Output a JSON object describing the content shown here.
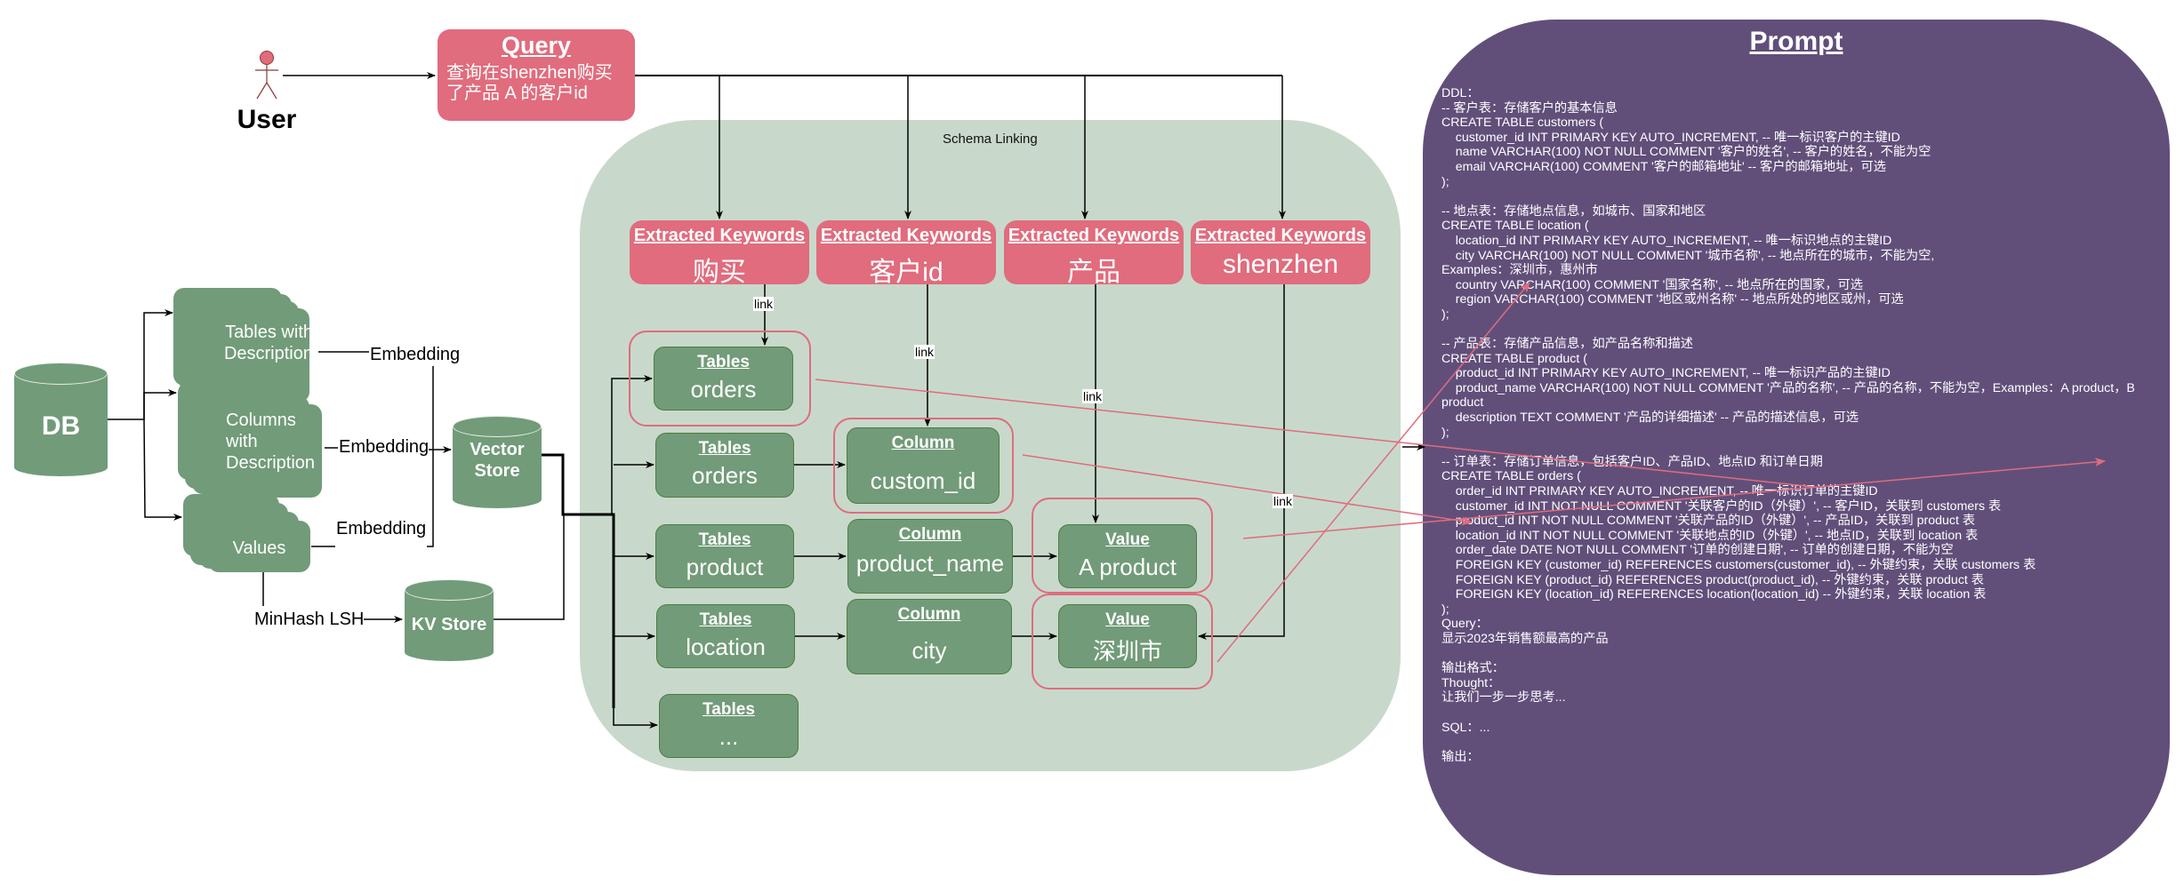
{
  "user": {
    "label": "User"
  },
  "query": {
    "title": "Query",
    "text": "查询在shenzhen购买了产品 A 的客户id"
  },
  "left": {
    "db_label": "DB",
    "docs": [
      {
        "label": "Tables with Description"
      },
      {
        "label": "Columns with Description"
      },
      {
        "label": "Values"
      }
    ],
    "edge_labels": [
      "Embedding",
      "Embedding",
      "Embedding",
      "MinHash LSH"
    ],
    "vector_store_label": "Vector Store",
    "kv_store_label": "KV Store"
  },
  "schema_linking": {
    "label": "Schema Linking",
    "keywords": [
      {
        "title": "Extracted Keywords",
        "value": "购买"
      },
      {
        "title": "Extracted Keywords",
        "value": "客户id"
      },
      {
        "title": "Extracted Keywords",
        "value": "产品"
      },
      {
        "title": "Extracted Keywords",
        "value": "shenzhen"
      }
    ],
    "link_label": "link",
    "tables": [
      {
        "title": "Tables",
        "value": "orders"
      },
      {
        "title": "Tables",
        "value": "orders"
      },
      {
        "title": "Tables",
        "value": "product"
      },
      {
        "title": "Tables",
        "value": "location"
      },
      {
        "title": "Tables",
        "value": "..."
      }
    ],
    "columns": [
      {
        "title": "Column",
        "value": "custom_id"
      },
      {
        "title": "Column",
        "value": "product_name"
      },
      {
        "title": "Column",
        "value": "city"
      }
    ],
    "values": [
      {
        "title": "Value",
        "value": "A product"
      },
      {
        "title": "Value",
        "value": "深圳市"
      }
    ]
  },
  "prompt": {
    "title": "Prompt",
    "lines": [
      "DDL：",
      "-- 客户表：存储客户的基本信息",
      "CREATE TABLE customers (",
      "    customer_id INT PRIMARY KEY AUTO_INCREMENT, -- 唯一标识客户的主键ID",
      "    name VARCHAR(100) NOT NULL COMMENT '客户的姓名', -- 客户的姓名，不能为空",
      "    email VARCHAR(100) COMMENT '客户的邮箱地址' -- 客户的邮箱地址，可选",
      ");",
      "",
      "-- 地点表：存储地点信息，如城市、国家和地区",
      "CREATE TABLE location (",
      "    location_id INT PRIMARY KEY AUTO_INCREMENT, -- 唯一标识地点的主键ID",
      "    city VARCHAR(100) NOT NULL COMMENT '城市名称', -- 地点所在的城市，不能为空,",
      "Examples：深圳市，惠州市",
      "    country VARCHAR(100) COMMENT '国家名称', -- 地点所在的国家，可选",
      "    region VARCHAR(100) COMMENT '地区或州名称' -- 地点所处的地区或州，可选",
      ");",
      "",
      "-- 产品表：存储产品信息，如产品名称和描述",
      "CREATE TABLE product (",
      "    product_id INT PRIMARY KEY AUTO_INCREMENT, -- 唯一标识产品的主键ID",
      "    product_name VARCHAR(100) NOT NULL COMMENT '产品的名称', -- 产品的名称，不能为空，Examples：A product，B",
      "product",
      "    description TEXT COMMENT '产品的详细描述' -- 产品的描述信息，可选",
      ");",
      "",
      "-- 订单表：存储订单信息，包括客户ID、产品ID、地点ID 和订单日期",
      "CREATE TABLE orders (",
      "    order_id INT PRIMARY KEY AUTO_INCREMENT, -- 唯一标识订单的主键ID",
      "    customer_id INT NOT NULL COMMENT '关联客户的ID（外键）', -- 客户ID，关联到 customers 表",
      "    product_id INT NOT NULL COMMENT '关联产品的ID（外键）', -- 产品ID，关联到 product 表",
      "    location_id INT NOT NULL COMMENT '关联地点的ID（外键）', -- 地点ID，关联到 location 表",
      "    order_date DATE NOT NULL COMMENT '订单的创建日期', -- 订单的创建日期，不能为空",
      "    FOREIGN KEY (customer_id) REFERENCES customers(customer_id), -- 外键约束，关联 customers 表",
      "    FOREIGN KEY (product_id) REFERENCES product(product_id), -- 外键约束，关联 product 表",
      "    FOREIGN KEY (location_id) REFERENCES location(location_id) -- 外键约束，关联 location 表",
      ");",
      "Query：",
      "显示2023年销售额最高的产品",
      "",
      "输出格式：",
      "Thought：",
      "让我们一步一步思考...",
      "",
      "SQL：...",
      "",
      "输出："
    ]
  },
  "colors": {
    "pink": "#e06c7d",
    "green": "#729b79",
    "green_border": "#4d7d3f",
    "region_bg": "#c8d9cb",
    "prompt_bg": "#614f7a"
  }
}
